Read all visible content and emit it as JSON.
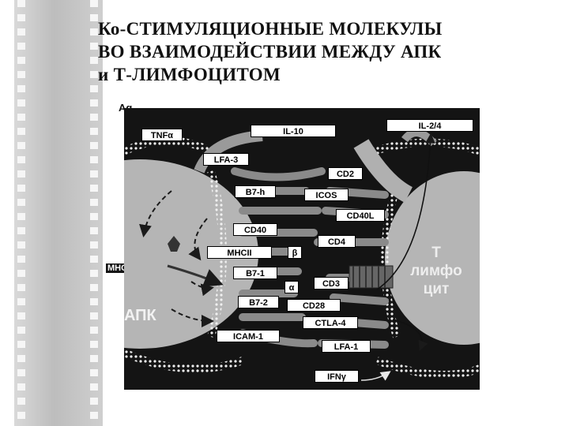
{
  "title": {
    "line1": "Ко-СТИМУЛЯЦИОННЫЕ МОЛЕКУЛЫ",
    "line2": "ВО ВЗАИМОДЕЙСТВИИ МЕЖДУ АПК",
    "line3": "и Т-ЛИМФОЦИТОМ"
  },
  "diagram": {
    "ag": "Ag",
    "mhcii_outside": "MHCII",
    "apc": "АПК",
    "t_cell": [
      "Т",
      "лимфо",
      "цит"
    ],
    "labels": {
      "tnf": "TNFα",
      "il10": "IL-10",
      "il24": "IL-2/4",
      "lfa3": "LFA-3",
      "cd2": "CD2",
      "b7h": "B7-h",
      "icos": "ICOS",
      "cd40l": "CD40L",
      "cd40": "CD40",
      "cd4": "CD4",
      "beta": "β",
      "mhcii": "MHCII",
      "b71": "B7-1",
      "alpha": "α",
      "cd3": "CD3",
      "b72": "B7-2",
      "cd28": "CD28",
      "ctla4": "CTLA-4",
      "icam1": "ICAM-1",
      "lfa1": "LFA-1",
      "ifng": "IFNγ"
    },
    "colors": {
      "background": "#141414",
      "cell": "#b5b5b5",
      "membrane_dots": "#f0f0f0",
      "connector": "#9a9a9a"
    }
  }
}
